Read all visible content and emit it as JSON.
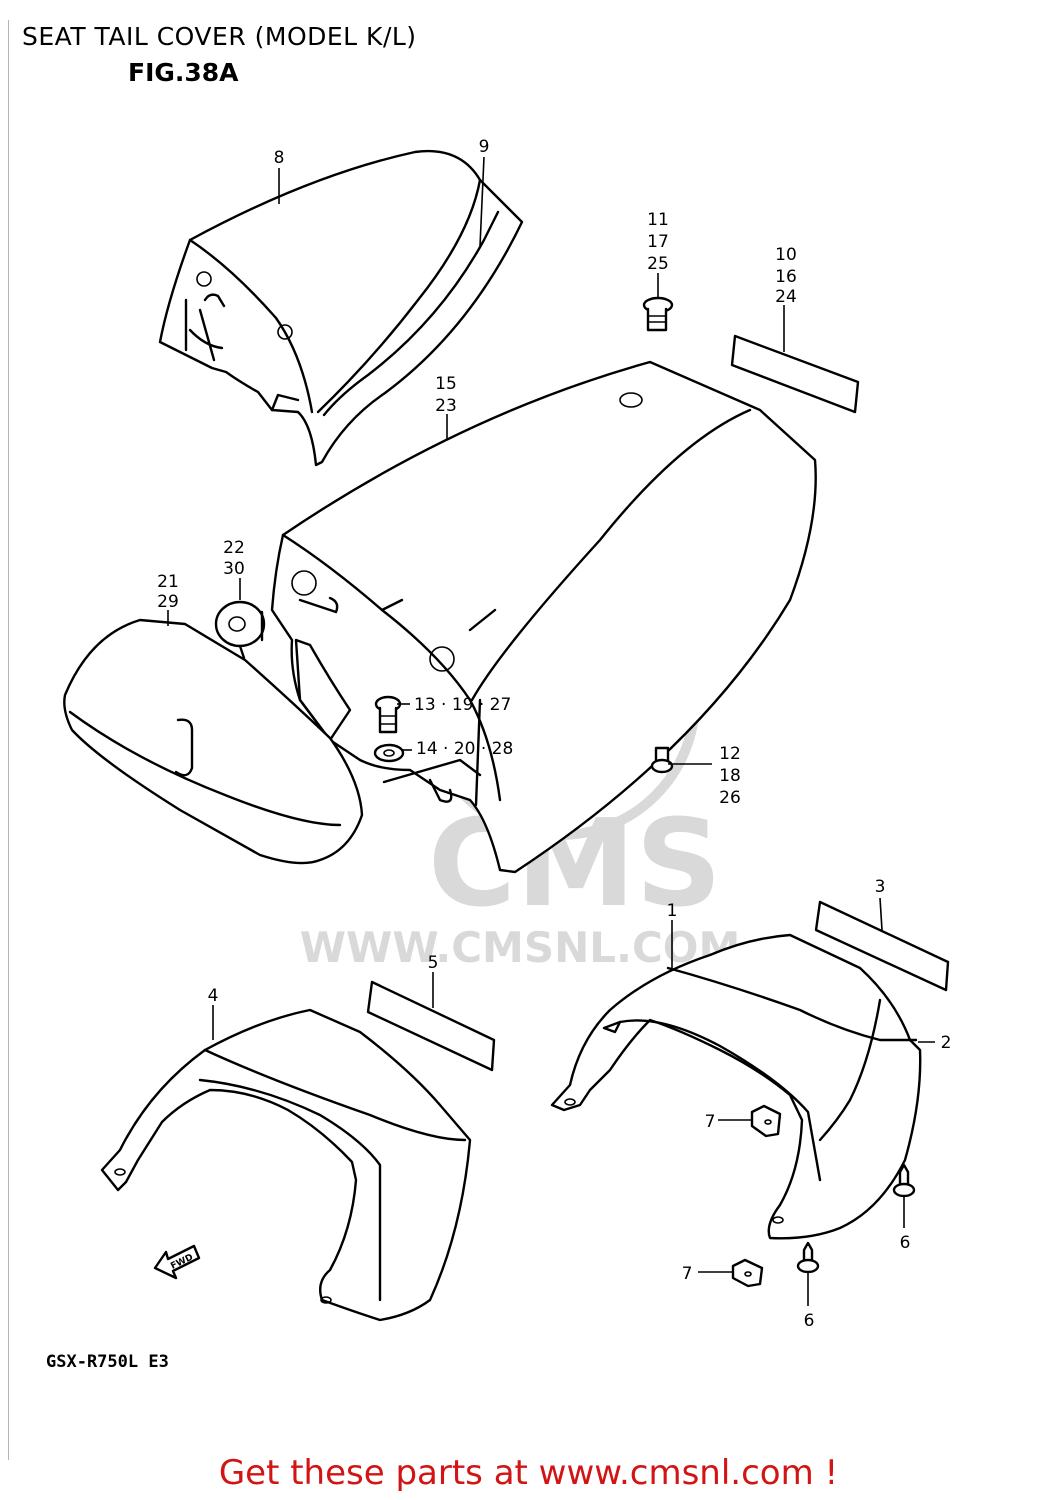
{
  "header": {
    "title": "SEAT TAIL COVER (MODEL K/L)",
    "figure": "FIG.38A"
  },
  "model_code": "GSX-R750L  E3",
  "watermark": {
    "logo_text": "CMS",
    "url_text": "WWW.CMSNL.COM"
  },
  "direction_arrow": {
    "label": "FWD"
  },
  "callouts": {
    "c1": "1",
    "c2": "2",
    "c3": "3",
    "c4": "4",
    "c5": "5",
    "c6a": "6",
    "c6b": "6",
    "c7a": "7",
    "c7b": "7",
    "c8": "8",
    "c9": "9",
    "c10": "10",
    "c16": "16",
    "c24": "24",
    "c11": "11",
    "c17": "17",
    "c25": "25",
    "c12": "12",
    "c18": "18",
    "c26": "26",
    "c13": "13 · 19 · 27",
    "c14": "14 · 20 · 28",
    "c15": "15",
    "c23": "23",
    "c21": "21",
    "c29": "29",
    "c22": "22",
    "c30": "30"
  },
  "footer": {
    "link_text": "Get these parts at www.cmsnl.com !"
  },
  "colors": {
    "footer_text": "#d21414",
    "watermark": "#d9d9d9"
  }
}
